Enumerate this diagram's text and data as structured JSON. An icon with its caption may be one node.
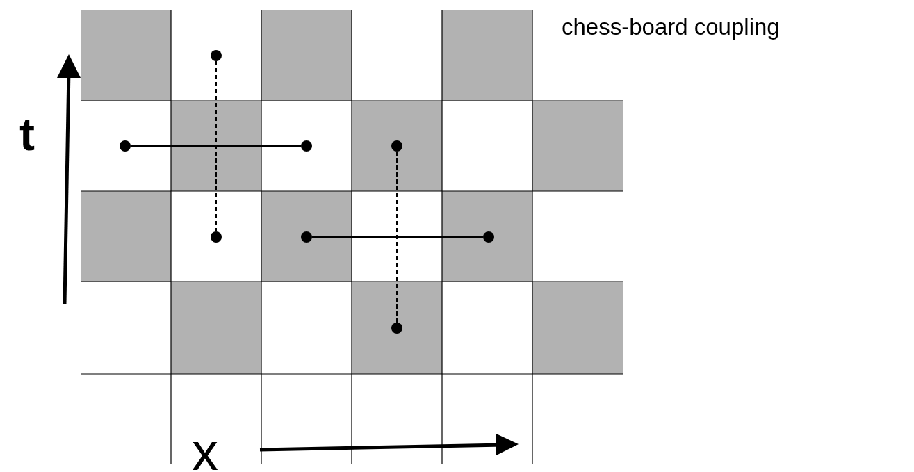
{
  "diagram": {
    "nodes": [
      {
        "text": [],
        "shape": "circle"
      },
      {
        "text": [],
        "shape": "circle"
      },
      {
        "text": [],
        "shape": "circle"
      },
      {
        "text": [],
        "shape": "circle"
      },
      {
        "text": [],
        "shape": "circle"
      },
      {
        "text": [],
        "shape": "circle"
      },
      {
        "text": [],
        "shape": "circle"
      },
      {
        "text": [],
        "shape": "circle"
      }
    ],
    "edges": [
      {
        "from": 0,
        "to": 4,
        "arrow": "none",
        "style": "dashed"
      },
      {
        "from": 1,
        "to": 2,
        "arrow": "none"
      },
      {
        "from": 3,
        "to": 7,
        "arrow": "none",
        "style": "dashed"
      },
      {
        "from": 5,
        "to": 6,
        "arrow": "none"
      }
    ],
    "labels": [
      "chess-board coupling",
      "t",
      "x"
    ]
  }
}
